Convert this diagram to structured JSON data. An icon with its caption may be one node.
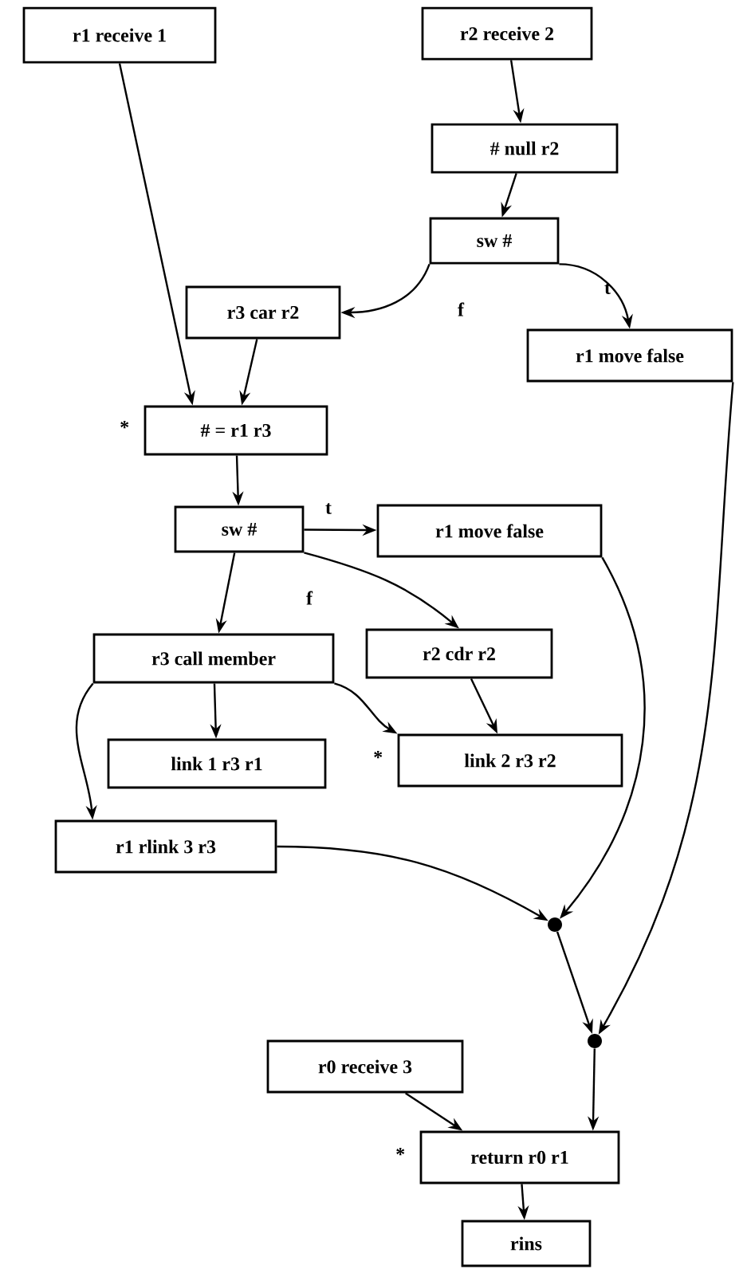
{
  "diagram": {
    "nodes": [
      {
        "text": [
          "r1 receive 1"
        ]
      },
      {
        "text": [
          "r2 receive 2"
        ]
      },
      {
        "text": [
          "# null r2"
        ]
      },
      {
        "text": [
          "sw #"
        ]
      },
      {
        "text": [
          "r3 car r2"
        ]
      },
      {
        "text": [
          "r1 move false"
        ]
      },
      {
        "text": [
          "# = r1 r3"
        ],
        "beside": [
          "*"
        ]
      },
      {
        "text": [
          "sw #"
        ]
      },
      {
        "text": [
          "r1 move false"
        ]
      },
      {
        "text": [
          "r3 call member"
        ]
      },
      {
        "text": [
          "r2 cdr r2"
        ]
      },
      {
        "text": [
          "link 1 r3 r1"
        ]
      },
      {
        "text": [
          "link 2 r3 r2"
        ],
        "beside": [
          "*"
        ]
      },
      {
        "text": [
          "r1 rlink 3 r3"
        ]
      },
      {
        "text": [],
        "shape": "circle"
      },
      {
        "text": [],
        "shape": "circle"
      },
      {
        "text": [
          "r0 receive 3"
        ]
      },
      {
        "text": [
          "return r0 r1"
        ],
        "beside": [
          "*"
        ]
      },
      {
        "text": [
          "rins"
        ]
      }
    ],
    "edges": [
      {
        "from": 0,
        "to": 6,
        "arrow": "to"
      },
      {
        "from": 1,
        "to": 2,
        "arrow": "to"
      },
      {
        "from": 2,
        "to": 3,
        "arrow": "to"
      },
      {
        "from": 3,
        "to": 4,
        "arrow": "to",
        "label": "f"
      },
      {
        "from": 3,
        "to": 5,
        "arrow": "to",
        "label": "t"
      },
      {
        "from": 4,
        "to": 6,
        "arrow": "to"
      },
      {
        "from": 6,
        "to": 7,
        "arrow": "to"
      },
      {
        "from": 7,
        "to": 8,
        "arrow": "to",
        "label": "t"
      },
      {
        "from": 7,
        "to": 9,
        "arrow": "to",
        "label": "f"
      },
      {
        "from": 7,
        "to": 10,
        "arrow": "to"
      },
      {
        "from": 9,
        "to": 11,
        "arrow": "to"
      },
      {
        "from": 9,
        "to": 12,
        "arrow": "to"
      },
      {
        "from": 9,
        "to": 13,
        "arrow": "to"
      },
      {
        "from": 10,
        "to": 12,
        "arrow": "to"
      },
      {
        "from": 13,
        "to": 14,
        "arrow": "to"
      },
      {
        "from": 8,
        "to": 14,
        "arrow": "to"
      },
      {
        "from": 14,
        "to": 15,
        "arrow": "to"
      },
      {
        "from": 5,
        "to": 15,
        "arrow": "to"
      },
      {
        "from": 15,
        "to": 17,
        "arrow": "to"
      },
      {
        "from": 16,
        "to": 17,
        "arrow": "to"
      },
      {
        "from": 17,
        "to": 18,
        "arrow": "to"
      }
    ]
  }
}
